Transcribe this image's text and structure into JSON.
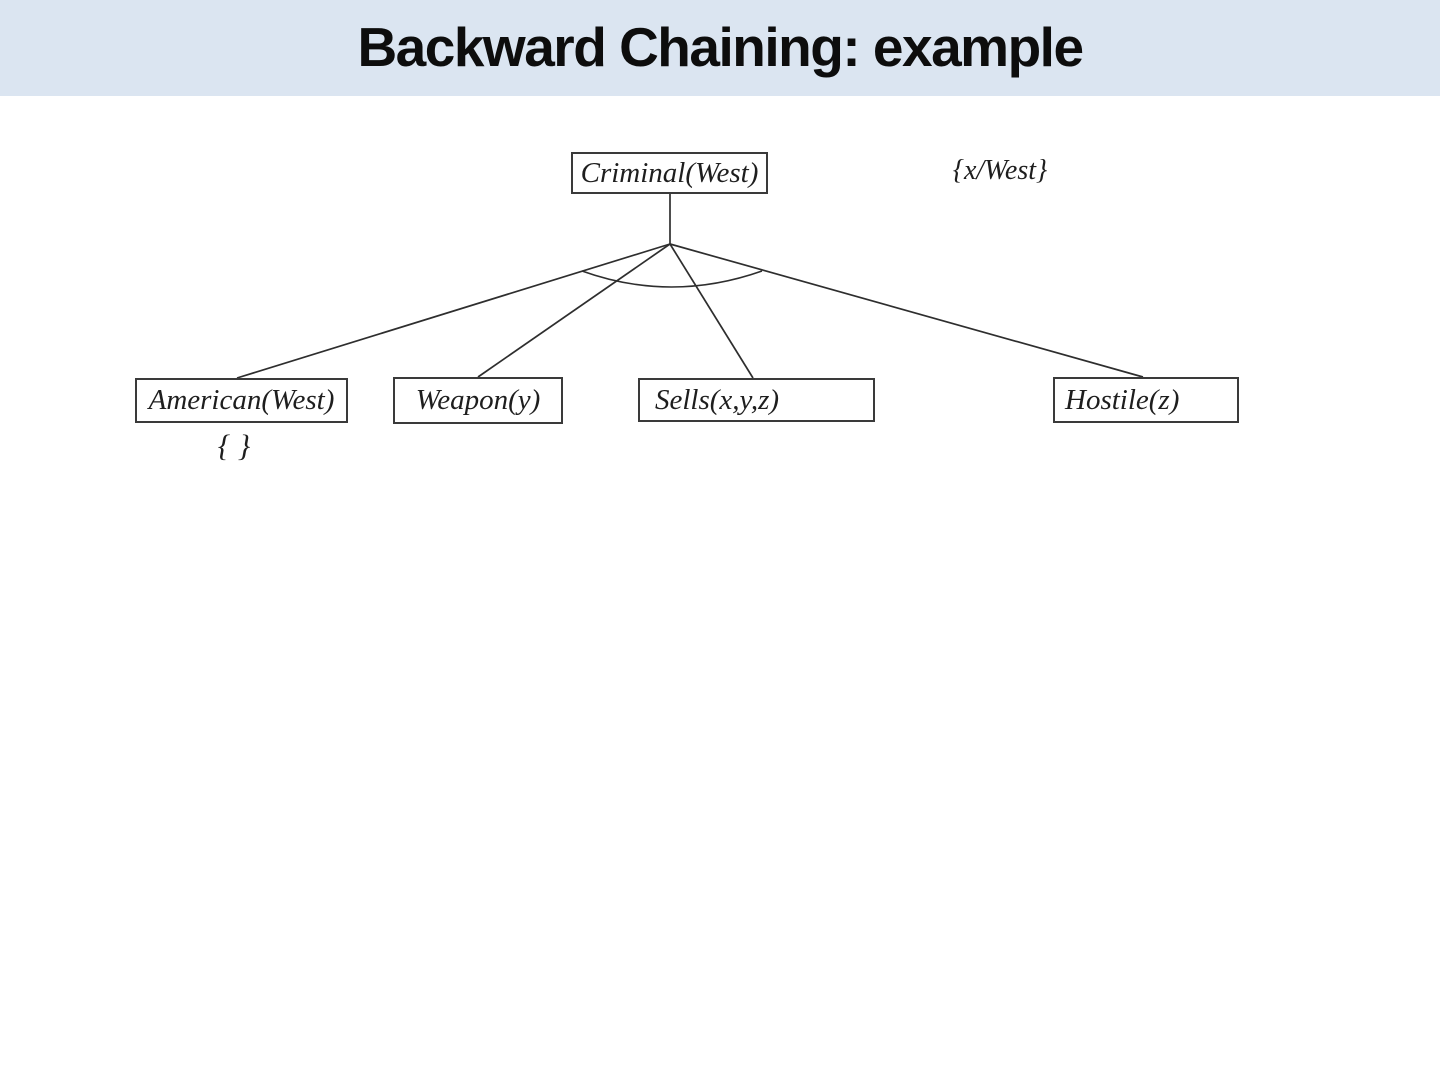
{
  "title": "Backward Chaining: example",
  "diagram": {
    "root": {
      "label": "Criminal(West)",
      "substitution": "{x/West}"
    },
    "children": [
      {
        "label": "American(West)",
        "substitution": "{ }"
      },
      {
        "label": "Weapon(y)"
      },
      {
        "label": "Sells(x,y,z)"
      },
      {
        "label": "Hostile(z)"
      }
    ]
  },
  "colors": {
    "header_background": "#dbe5f1",
    "title_text": "#0d0d0d",
    "edge_line": "#2e2e2e",
    "box_border": "#3a3a3a",
    "diagram_text": "#1e1e1e"
  }
}
